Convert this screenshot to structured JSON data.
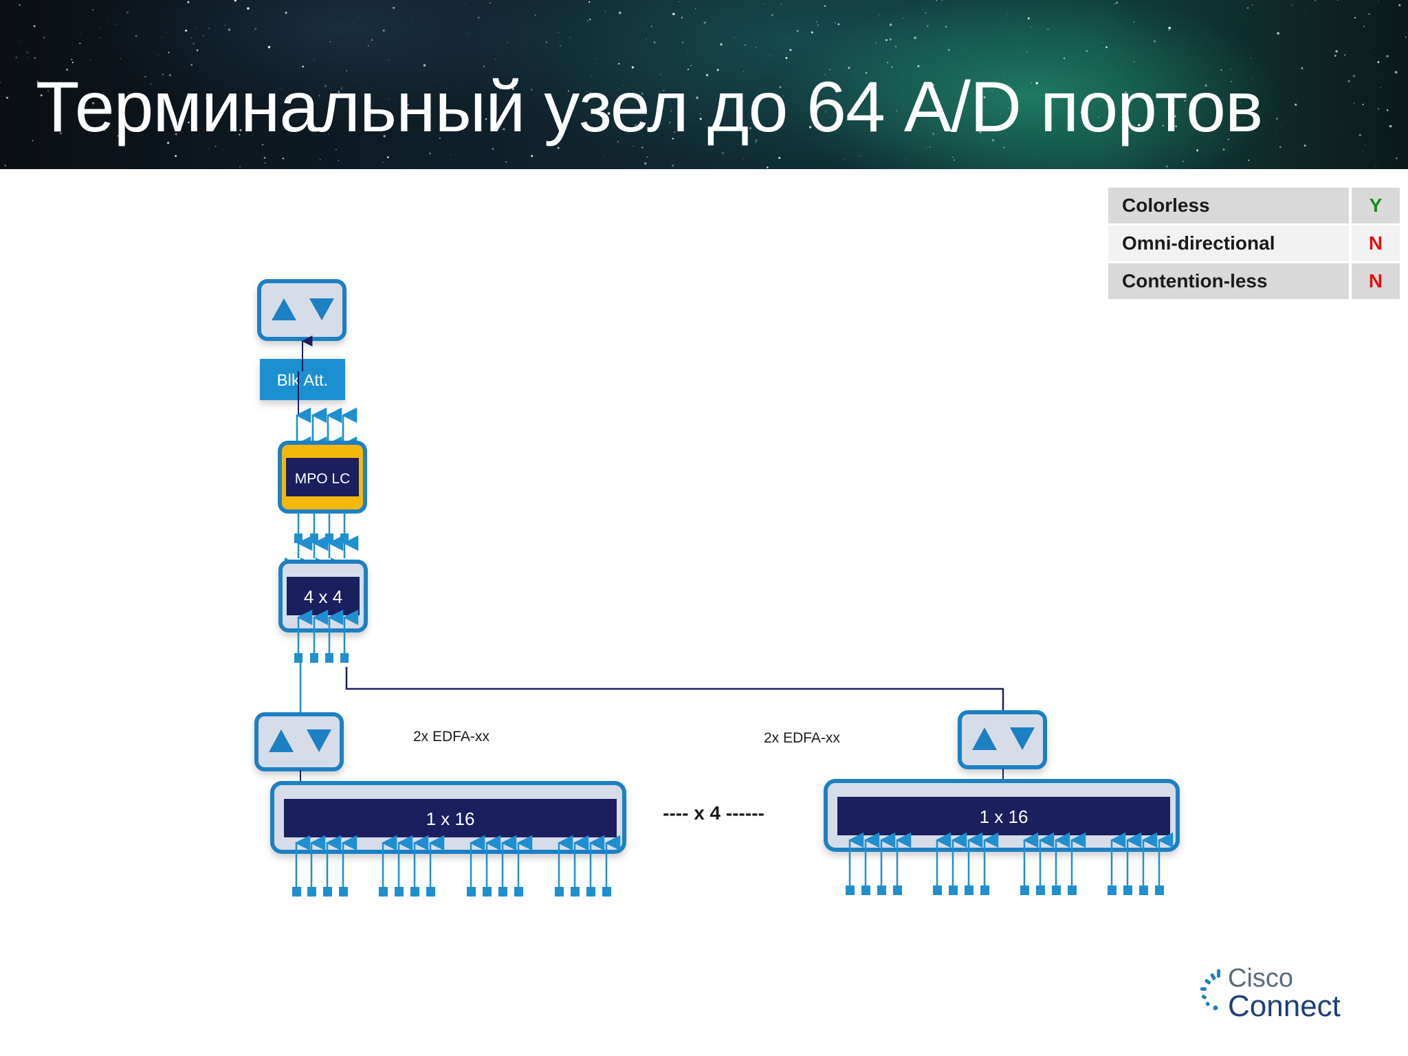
{
  "title": "Терминальный узел до 64 A/D портов",
  "features": [
    {
      "label": "Colorless",
      "value": "Y",
      "color": "#1a8a1a"
    },
    {
      "label": "Omni-directional",
      "value": "N",
      "color": "#e01010"
    },
    {
      "label": "Contention-less",
      "value": "N",
      "color": "#e01010"
    }
  ],
  "diagram": {
    "blk_att_label": "Blk Att.",
    "mpo_label": "MPO LC",
    "switch_label": "4 x 4",
    "edfa_left_label": "2x EDFA-xx",
    "edfa_right_label": "2x EDFA-xx",
    "splitter_left_label": "1 x 16",
    "splitter_right_label": "1 x 16",
    "multiplier_label": "---- x 4 ------"
  },
  "logo": {
    "line1": "Cisco",
    "line2": "Connect"
  },
  "colors": {
    "navy": "#1b1f5e",
    "blue": "#1f8fd0",
    "frame": "#1d80c3",
    "frame_fill": "#d7dde8",
    "mpo_gold": "#f4b80c",
    "line_dark": "#1b1f5e"
  }
}
